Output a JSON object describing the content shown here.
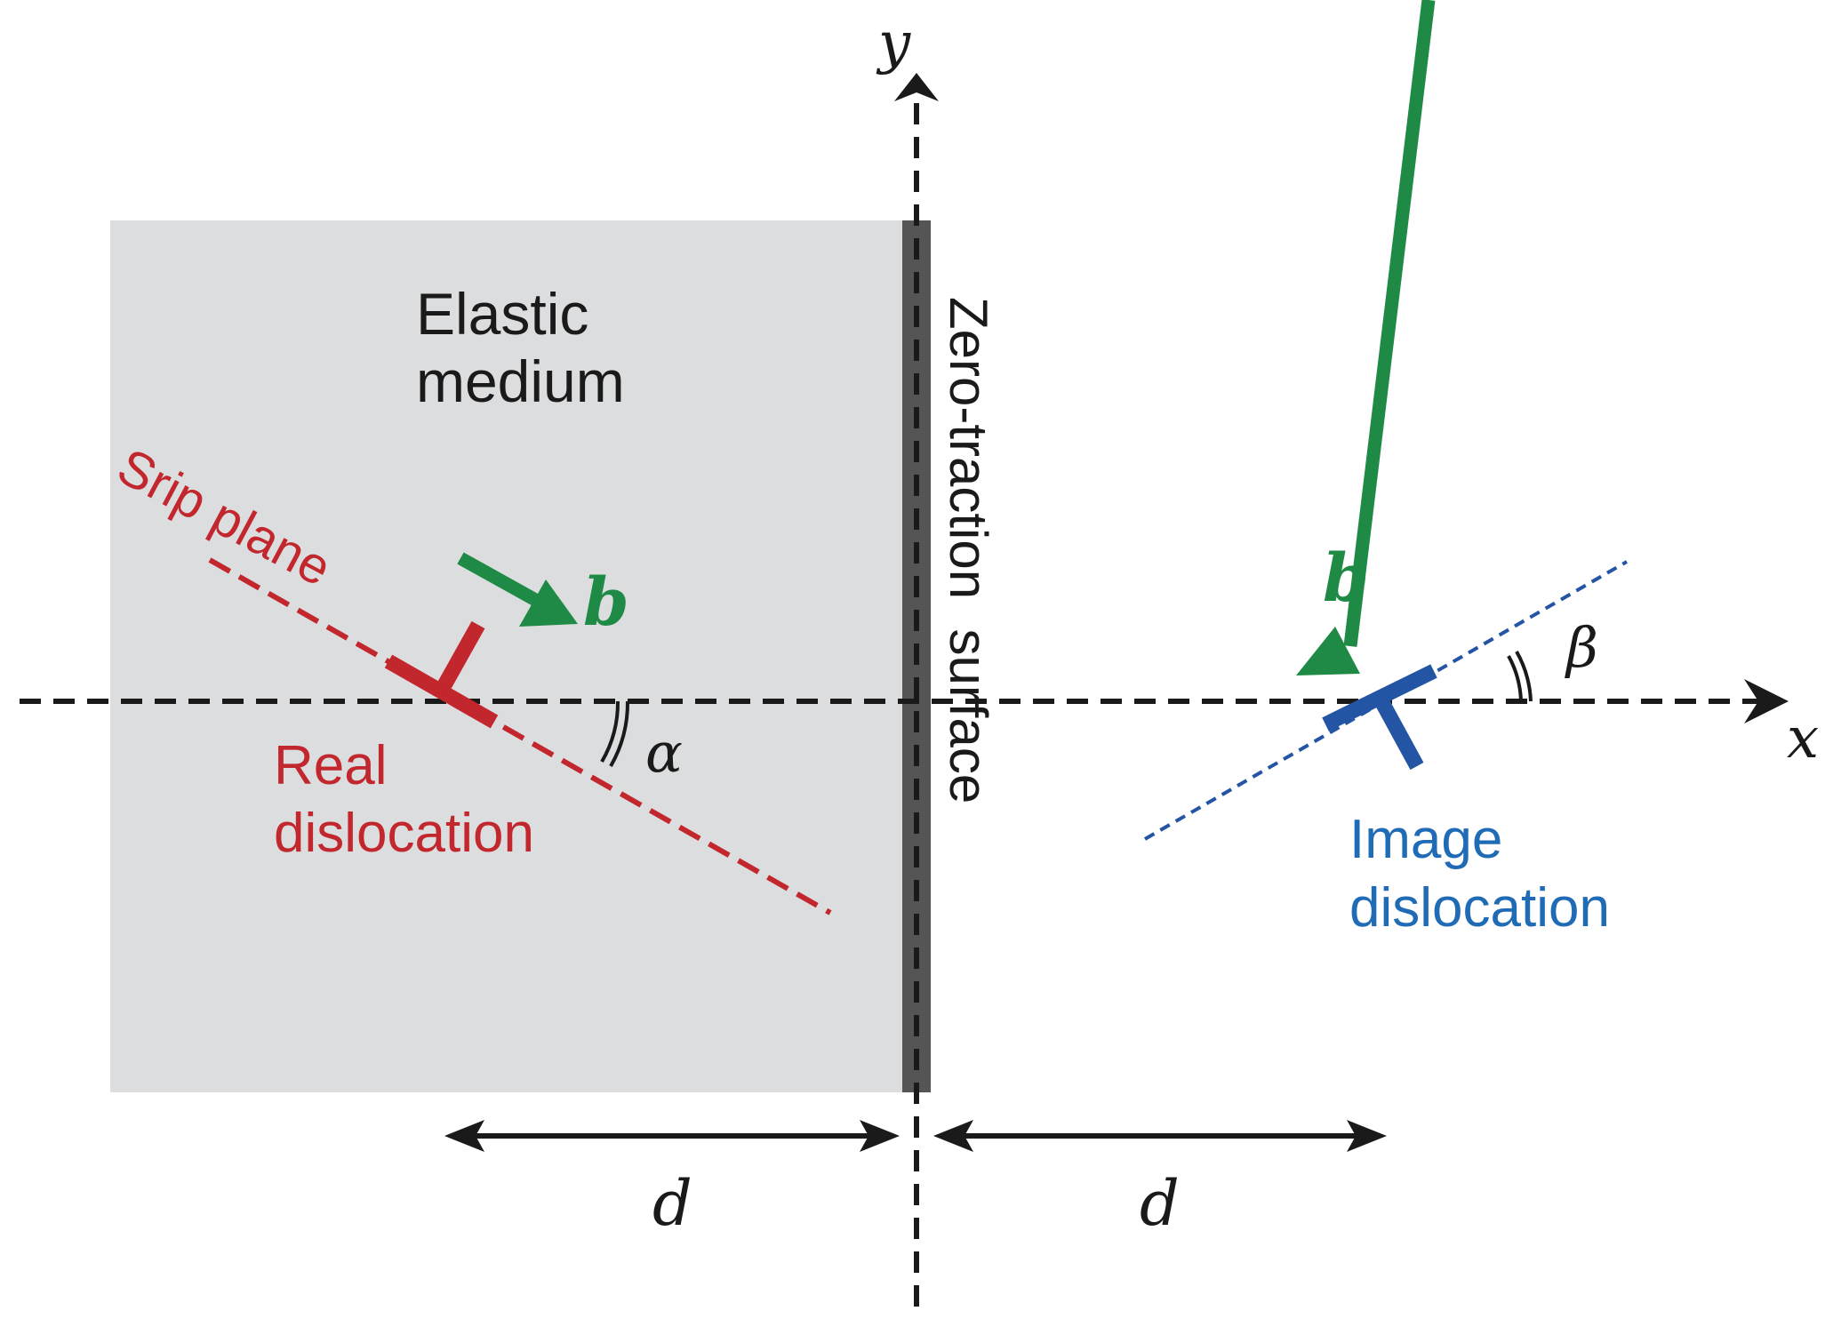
{
  "colors": {
    "medium_fill": "#dcdddf",
    "surface": "#555555",
    "axis": "#1a1a1a",
    "real": "#c1272d",
    "image": "#2454a4",
    "image_text": "#1f6bb5",
    "burgers": "#1f8a45"
  },
  "labels": {
    "y_axis": "y",
    "x_axis": "x",
    "medium_line1": "Elastic",
    "medium_line2": "medium",
    "surface": "Zero-traction  surface",
    "slip_plane": "Srip plane",
    "real_line1": "Real",
    "real_line2": "dislocation",
    "image_line1": "Image",
    "image_line2": "dislocation",
    "burgers_left": "b",
    "burgers_right": "b",
    "alpha": "α",
    "beta": "β",
    "distance_left": "d",
    "distance_right": "d"
  }
}
